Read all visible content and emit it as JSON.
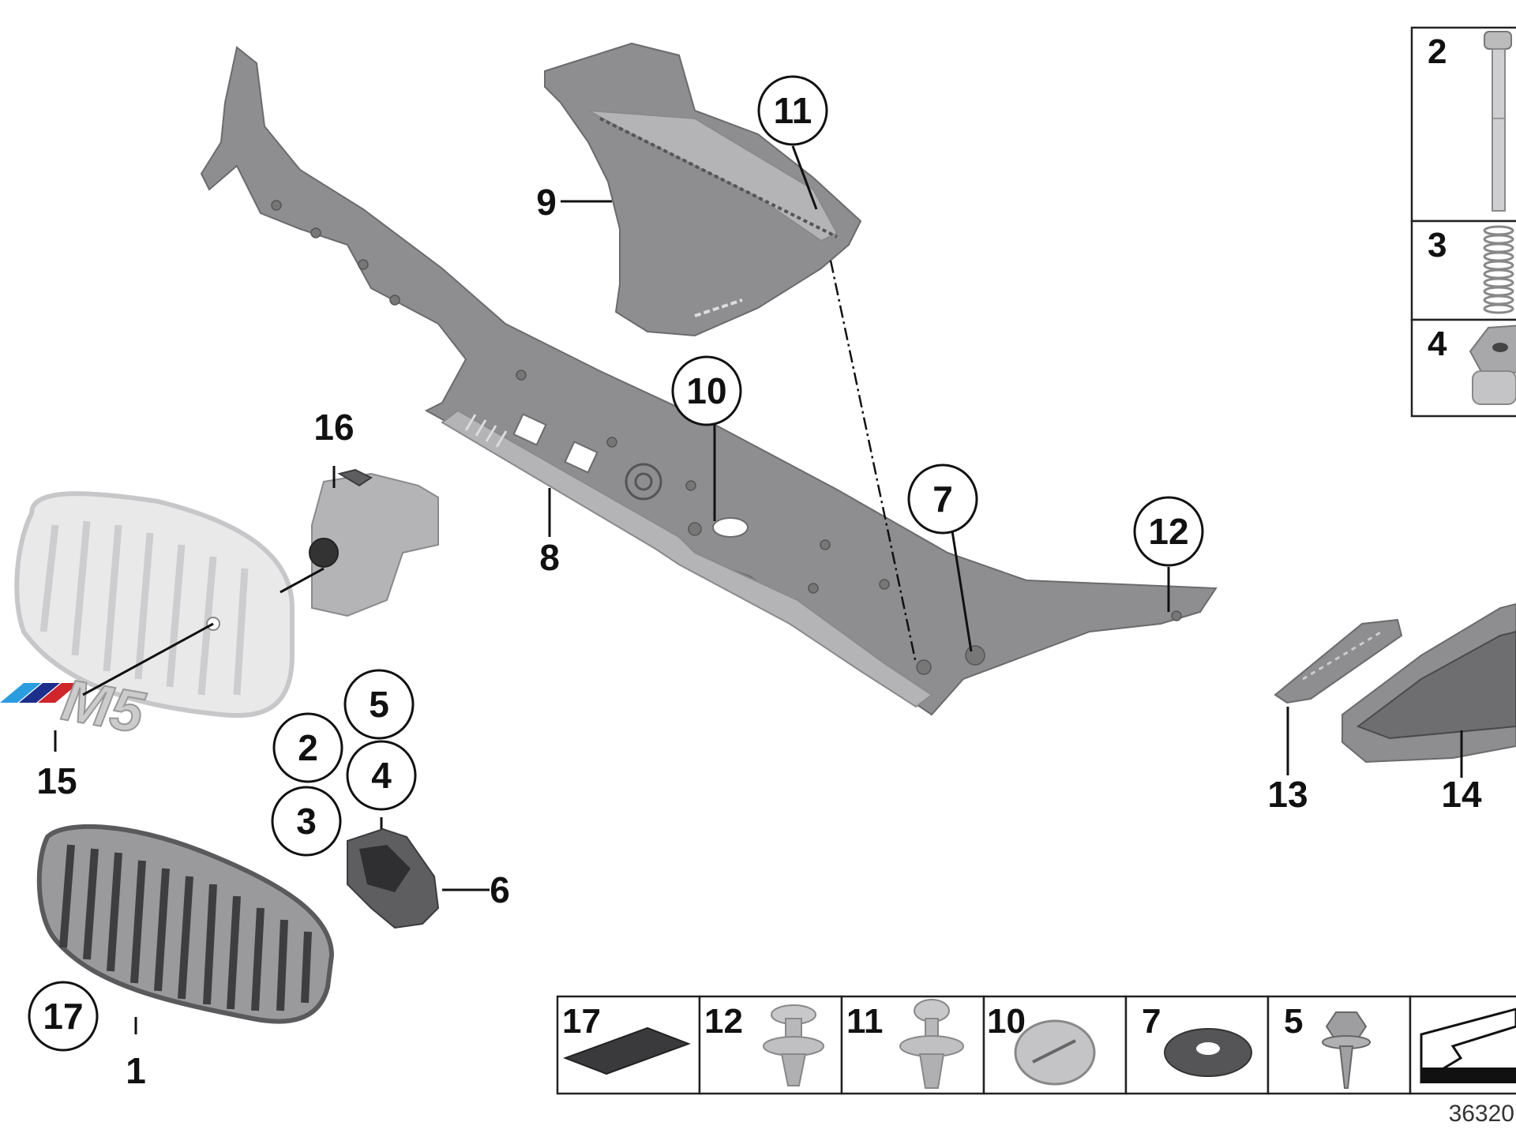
{
  "diagram": {
    "drawing_number": "36320",
    "emblem_text": "M5",
    "emblem_colors": [
      "#2a9de0",
      "#1c2f8c",
      "#d0252b"
    ],
    "callouts": {
      "c1": "1",
      "c2": "2",
      "c3": "3",
      "c4": "4",
      "c5": "5",
      "c6": "6",
      "c7": "7",
      "c8": "8",
      "c9": "9",
      "c10": "10",
      "c11": "11",
      "c12": "12",
      "c13": "13",
      "c14": "14",
      "c15": "15",
      "c16": "16",
      "c17": "17"
    },
    "side_table": {
      "rows": [
        "2",
        "3",
        "4"
      ]
    },
    "bottom_table": {
      "cells": [
        "17",
        "12",
        "11",
        "10",
        "7",
        "5"
      ]
    }
  }
}
